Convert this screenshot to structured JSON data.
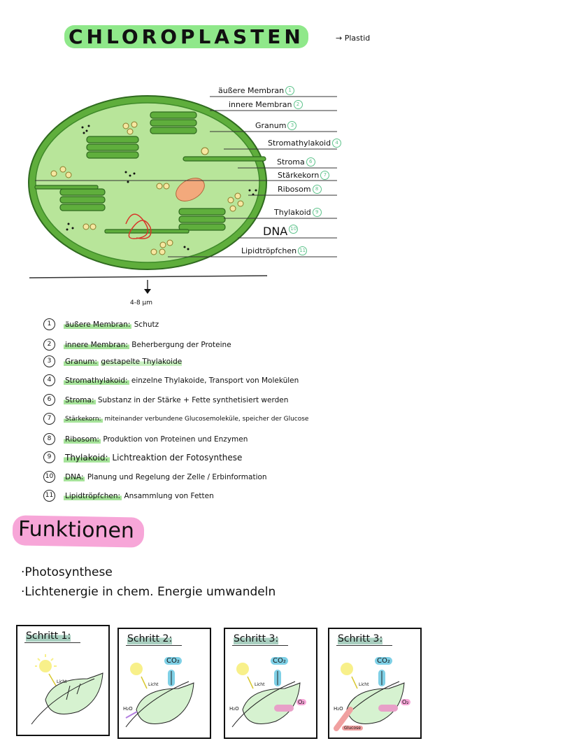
{
  "title": "CHLOROPLASTEN",
  "title_note": "Plastid",
  "diagram": {
    "labels": [
      {
        "text": "äußere Membran",
        "num": "1"
      },
      {
        "text": "innere Membran",
        "num": "2"
      },
      {
        "text": "Granum",
        "num": "3"
      },
      {
        "text": "Stromathylakoid",
        "num": "4"
      },
      {
        "text": "Stroma",
        "num": "6"
      },
      {
        "text": "Stärkekorn",
        "num": "7"
      },
      {
        "text": "Ribosom",
        "num": "8"
      },
      {
        "text": "Thylakoid",
        "num": "9"
      },
      {
        "text": "DNA",
        "num": "10"
      },
      {
        "text": "Lipidtröpfchen",
        "num": "11"
      }
    ],
    "size": "4-8 µm"
  },
  "legend": [
    {
      "num": "1",
      "term": "äußere Membran:",
      "desc": "Schutz"
    },
    {
      "num": "2",
      "term": "innere Membran:",
      "desc": "Beherbergung der Proteine"
    },
    {
      "num": "3",
      "term": "Granum:",
      "desc": "gestapelte Thylakoide"
    },
    {
      "num": "4",
      "term": "Stromathylakoid:",
      "desc": "einzelne Thylakoide, Transport von Molekülen"
    },
    {
      "num": "6",
      "term": "Stroma:",
      "desc": "Substanz in der Stärke + Fette synthetisiert werden"
    },
    {
      "num": "7",
      "term": "Stärkekorn:",
      "desc": "miteinander verbundene Glucosemoleküle, speicher der Glucose"
    },
    {
      "num": "8",
      "term": "Ribosom:",
      "desc": "Produktion von Proteinen und Enzymen"
    },
    {
      "num": "9",
      "term": "Thylakoid:",
      "desc": "Lichtreaktion der Fotosynthese"
    },
    {
      "num": "10",
      "term": "DNA:",
      "desc": "Planung und Regelung der Zelle / Erbinformation"
    },
    {
      "num": "11",
      "term": "Lipidtröpfchen:",
      "desc": "Ansammlung von Fetten"
    }
  ],
  "funktionen": {
    "heading": "Funktionen",
    "bullets": [
      "·Photosynthese",
      "·Lichtenergie in chem. Energie umwandeln"
    ]
  },
  "panels": [
    {
      "title": "Schritt 1:",
      "licht": "Licht"
    },
    {
      "title": "Schritt 2:",
      "licht": "Licht",
      "co2": "CO₂",
      "h2o": "H₂O"
    },
    {
      "title": "Schritt 3:",
      "licht": "Licht",
      "co2": "CO₂",
      "h2o": "H₂O",
      "o2": "O₂"
    },
    {
      "title": "Schritt 3:",
      "licht": "Licht",
      "co2": "CO₂",
      "h2o": "H₂O",
      "o2": "O₂",
      "glucose": "Glucose"
    }
  ],
  "colors": {
    "green": "#8fe88a",
    "pink": "#f7a6d8",
    "leaf": "#d6f2d0",
    "co2": "#7fd0e6",
    "sun": "#f8f08a"
  }
}
